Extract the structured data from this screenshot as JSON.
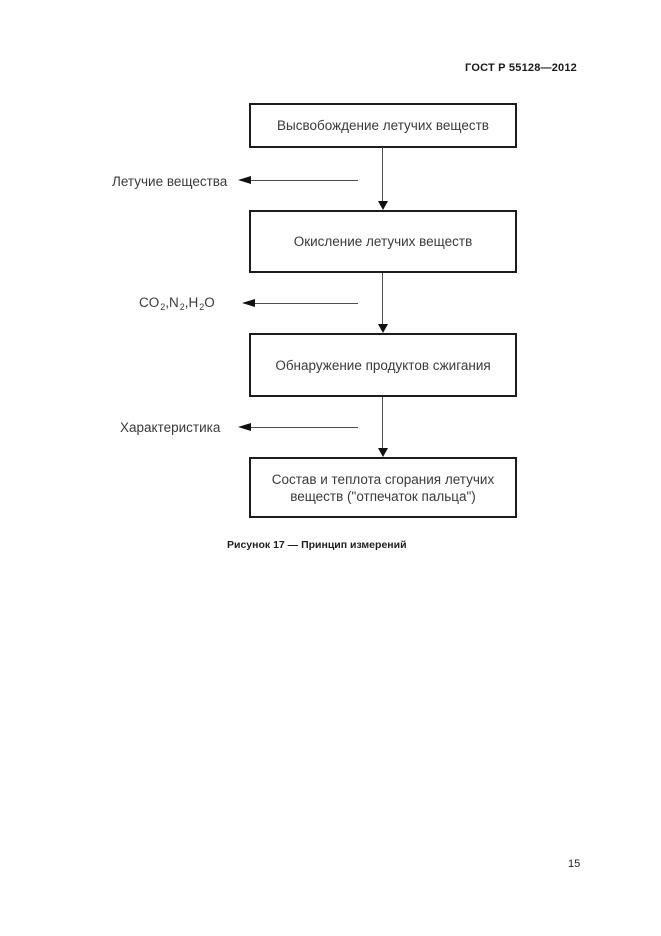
{
  "page": {
    "header": "ГОСТ Р 55128—2012",
    "page_number": "15"
  },
  "figure": {
    "caption": "Рисунок 17 — Принцип измерений",
    "boxes": [
      {
        "label": "Высвобождение летучих веществ"
      },
      {
        "label": "Окисление летучих веществ"
      },
      {
        "label": "Обнаружение продуктов сжигания"
      },
      {
        "label": "Состав и теплота сгорания летучих\nвеществ (\"отпечаток пальца\")"
      }
    ],
    "side_labels": [
      {
        "label": "Летучие вещества"
      },
      {
        "label_parts": {
          "t1": "CO",
          "s1": "2",
          "t2": ",N",
          "s2": "2",
          "t3": ",H",
          "s3": "2",
          "t4": "O"
        }
      },
      {
        "label": "Характеристика"
      }
    ]
  },
  "colors": {
    "page_bg": "#ffffff",
    "box_border": "#1c1c1c",
    "body_text": "#3a3a3a",
    "bold_text": "#1a1a1a",
    "arrow_line": "#4f4f4f",
    "arrow_head": "#111111"
  }
}
